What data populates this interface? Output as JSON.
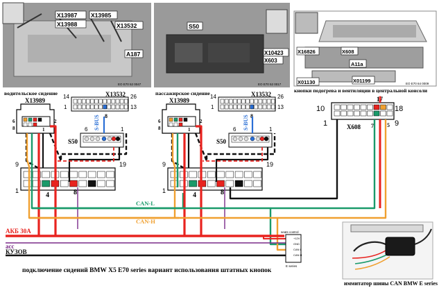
{
  "photos": {
    "driver": {
      "labels": [
        "X13987",
        "X13985",
        "X13988",
        "X13532",
        "A187"
      ],
      "code": "EO E70 52 0047"
    },
    "passenger": {
      "labels": [
        "S50",
        "X10423",
        "X603"
      ],
      "code": "EO E70 52 0017"
    },
    "console": {
      "labels": [
        "X16826",
        "X608",
        "A11a",
        "X01130",
        "X01199"
      ],
      "code": "EO E70 64 0009"
    }
  },
  "captions": {
    "driver": "водительское сидение",
    "passenger": "пассажирское сидение",
    "console": "кнопки подогрева и вентиляции в центральной консоли"
  },
  "connectors": {
    "c1_name": "X13989",
    "c1_pins": [
      "6",
      "8",
      "2",
      "1"
    ],
    "c1_pin_bottom": "1",
    "c2_name": "X13989",
    "c2_pins": [
      "6",
      "8",
      "2",
      "1"
    ],
    "c2_pin_bottom": "1",
    "x13532a_name": "X13532",
    "x13532a_nums": [
      "14",
      "26",
      "1",
      "13"
    ],
    "x13532a_pin": "8",
    "x13532b_name": "X13532",
    "x13532b_nums": [
      "14",
      "26",
      "1",
      "13"
    ],
    "x13532b_pin": "8",
    "sbus1": "S-BUS",
    "sbus2": "S-BUS",
    "s50a_name": "S50",
    "s50a_nums": [
      "6",
      "1"
    ],
    "s50b_name": "S50",
    "s50b_nums": [
      "6",
      "1"
    ],
    "mod1_nums": [
      "9",
      "19",
      "1",
      "4",
      "8"
    ],
    "mod2_nums": [
      "9",
      "19",
      "1",
      "4",
      "8"
    ],
    "x608_name": "X608",
    "x608_nums": [
      "10",
      "17",
      "18",
      "1",
      "9",
      "7",
      "5"
    ]
  },
  "bus": {
    "can_l": "CAN-L",
    "can_h": "CAN-H",
    "akb": "АКБ 30А",
    "acc": "acc",
    "body": "КУЗОВ"
  },
  "emulator": {
    "block_title": "seats control",
    "block_pins": [
      "+12V",
      "GND",
      "CAN L",
      "CAN H"
    ],
    "block_footer": "E series",
    "caption": "иммитатор шины CAN BMW E series"
  },
  "footer_title": "подключение сидений BMW X5 E70 series вариант использования штатных кнопок",
  "colors": {
    "red": "#e8231f",
    "green": "#1a9a6a",
    "orange": "#f0a030",
    "blue": "#2a6fd6",
    "black": "#111111",
    "purple": "#7a2a88"
  }
}
